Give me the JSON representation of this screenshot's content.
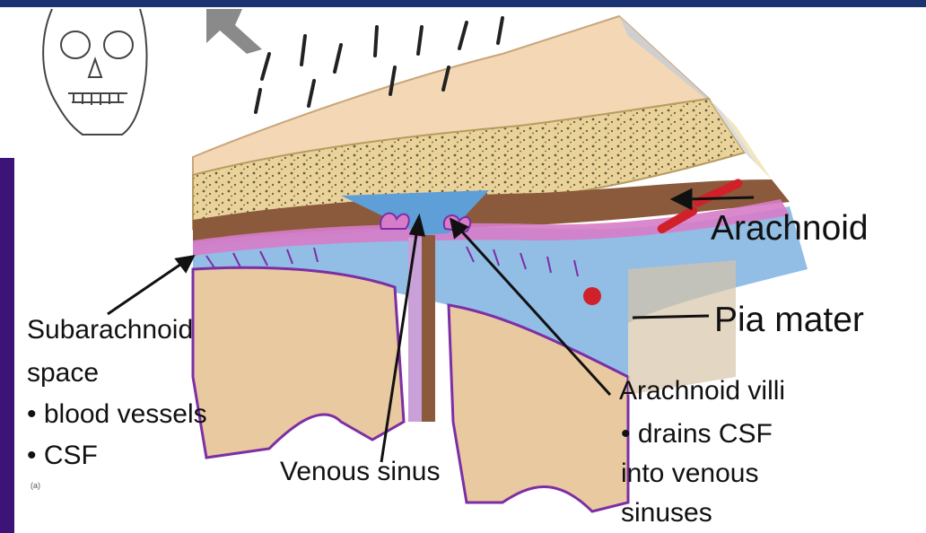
{
  "labels": {
    "arachnoid": "Arachnoid",
    "pia_mater": "Pia mater",
    "subarachnoid_title": "Subarachnoid",
    "subarachnoid_title2": "space",
    "subarachnoid_bullet1": "• blood vessels",
    "subarachnoid_bullet2": "• CSF",
    "venous_sinus": "Venous sinus",
    "villi_title": "Arachnoid villi",
    "villi_bullet1": "• drains CSF",
    "villi_line2": "into venous",
    "villi_line3": "sinuses",
    "panel_tag": "(a)"
  },
  "colors": {
    "frame_blue": "#1b3370",
    "left_bar_purple": "#3c1478",
    "skin": "#f4d7b4",
    "bone": "#e9d39a",
    "dura": "#8b5a3c",
    "csf_blue": "#7fb2e0",
    "arachnoid_pink": "#d77cc8",
    "pia_purple": "#7d2ea5",
    "brain_tan": "#e8c9a0",
    "vessel_red": "#d0212b"
  },
  "icons": [
    "skull-icon"
  ]
}
